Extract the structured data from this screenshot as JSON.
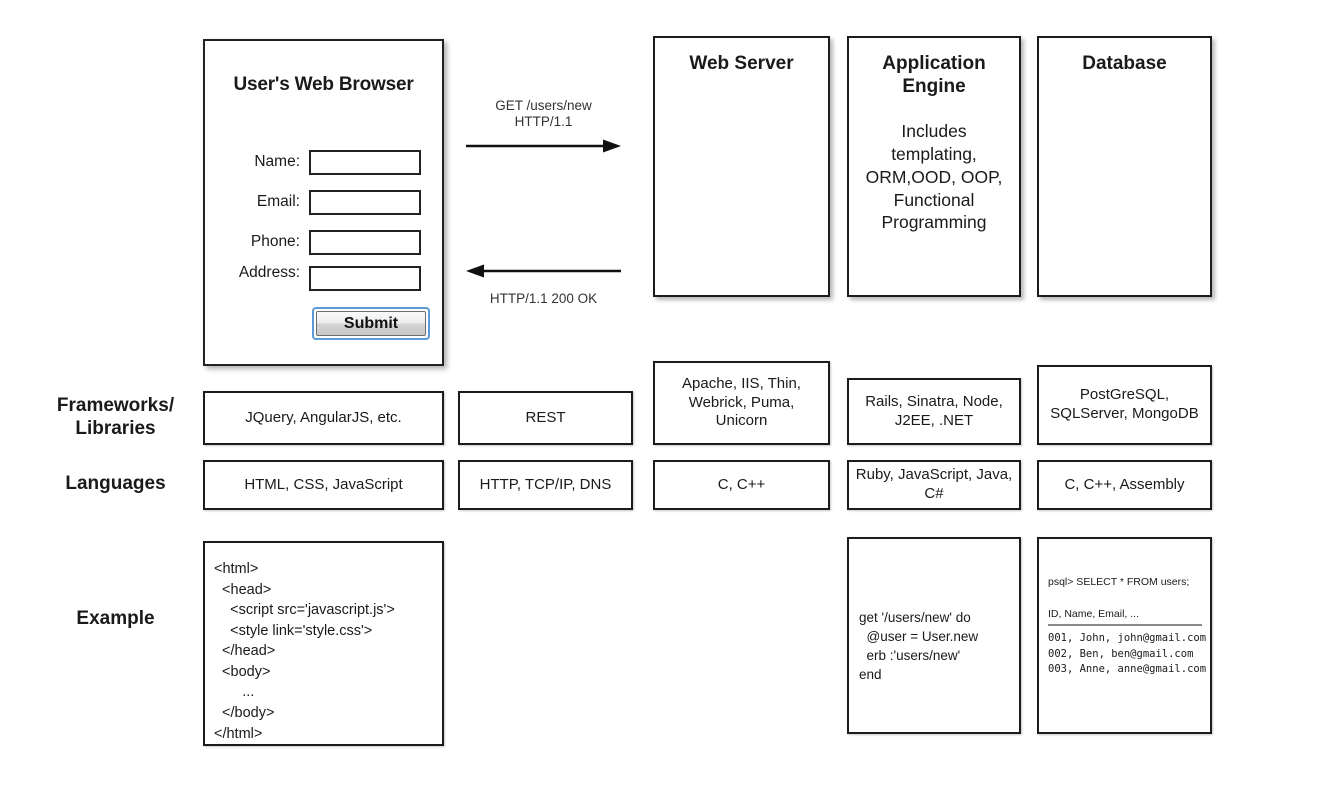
{
  "browser": {
    "title": "User's Web Browser",
    "fields": [
      {
        "label": "Name:",
        "value": "",
        "placeholder": ""
      },
      {
        "label": "Email:",
        "value": "",
        "placeholder": ""
      },
      {
        "label": "Phone:",
        "value": "",
        "placeholder": ""
      },
      {
        "label": "Address:",
        "value": "",
        "placeholder": ""
      }
    ],
    "submit_label": "Submit"
  },
  "arrows": {
    "request": {
      "label": "GET /users/new\nHTTP/1.1",
      "direction": "right",
      "icon": "arrow-right-icon"
    },
    "response": {
      "label": "HTTP/1.1 200\nOK",
      "direction": "left",
      "icon": "arrow-left-icon"
    }
  },
  "tiers": [
    {
      "key": "web_server",
      "title": "Web Server",
      "description": ""
    },
    {
      "key": "app_engine",
      "title": "Application Engine",
      "description": "Includes templating, ORM,OOD, OOP, Functional Programming"
    },
    {
      "key": "database",
      "title": "Database",
      "description": ""
    }
  ],
  "rows": {
    "frameworks": {
      "label": "Frameworks/ Libraries",
      "cells": {
        "browser": "JQuery, AngularJS, etc.",
        "protocol": "REST",
        "web_server": "Apache, IIS, Thin, Webrick, Puma, Unicorn",
        "app_engine": "Rails, Sinatra, Node, J2EE, .NET",
        "database": "PostGreSQL, SQLServer, MongoDB"
      }
    },
    "languages": {
      "label": "Languages",
      "cells": {
        "browser": "HTML, CSS, JavaScript",
        "protocol": "HTTP, TCP/IP, DNS",
        "web_server": "C, C++",
        "app_engine": "Ruby, JavaScript, Java, C#",
        "database": "C, C++, Assembly"
      }
    },
    "example": {
      "label": "Example",
      "html_code": "<html>\n  <head>\n    <script src='javascript.js'>\n    <style link='style.css'>\n  </head>\n  <body>\n       ...\n  </body>\n</html>",
      "engine_code": "get '/users/new' do\n  @user = User.new\n  erb :'users/new'\nend",
      "database_console": {
        "query": "psql>  SELECT * FROM users;",
        "headers": "ID, Name, Email, ...",
        "rows": "001, John, john@gmail.com\n002, Ben, ben@gmail.com\n003, Anne, anne@gmail.com"
      }
    }
  },
  "colors": {
    "border": "#1c1c1c",
    "focus_ring": "#5a9bd5",
    "page_background": "#ffffff",
    "text": "#1a1a1a"
  }
}
